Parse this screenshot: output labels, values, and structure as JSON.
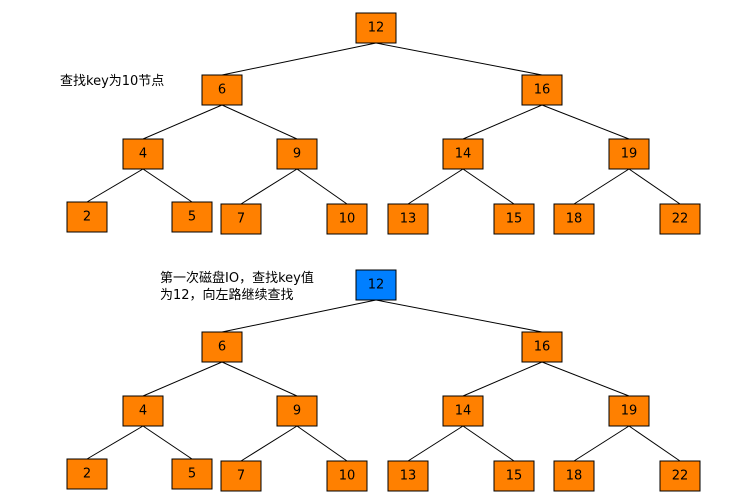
{
  "colors": {
    "node_fill": "#ff8000",
    "highlight_fill": "#007fff",
    "edge": "#000000"
  },
  "annotations": {
    "top": "查找key为10节点",
    "bottom_line1": "第一次磁盘IO，查找key值",
    "bottom_line2": "为12，向左路继续查找"
  },
  "trees": [
    {
      "name": "tree-initial",
      "highlighted": [],
      "nodes": [
        "12",
        "6",
        "16",
        "4",
        "9",
        "14",
        "19",
        "2",
        "5",
        "7",
        "10",
        "13",
        "15",
        "18",
        "22"
      ]
    },
    {
      "name": "tree-after-first-io",
      "highlighted": [
        "12"
      ],
      "nodes": [
        "12",
        "6",
        "16",
        "4",
        "9",
        "14",
        "19",
        "2",
        "5",
        "7",
        "10",
        "13",
        "15",
        "18",
        "22"
      ]
    }
  ]
}
